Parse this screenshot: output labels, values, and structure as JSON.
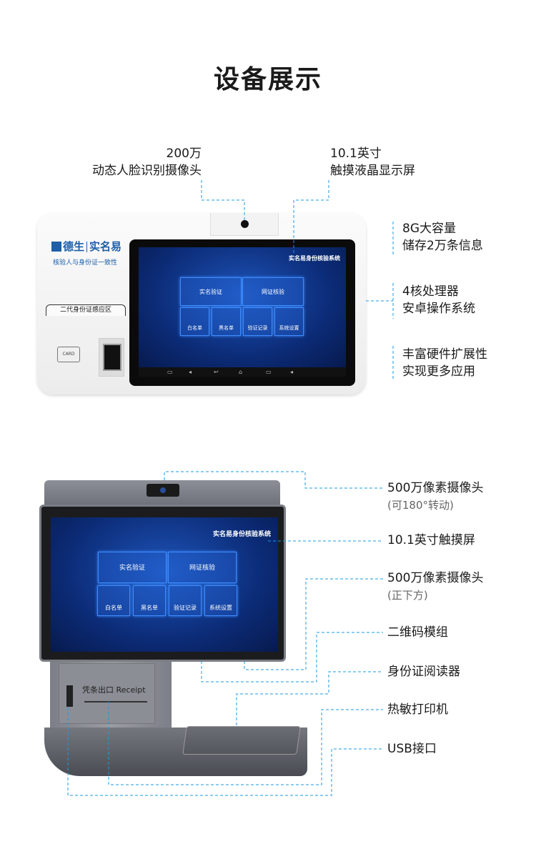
{
  "title": "设备展示",
  "device1": {
    "brand": "德生",
    "brand2": "实名易",
    "slogan": "核验人与身份证一致性",
    "id_zone": "二代身份证感应区",
    "card_text": "CARD",
    "screen": {
      "system_title": "实名易身份核验系统",
      "tiles": [
        "实名验证",
        "网证核验",
        "白名单",
        "黑名单",
        "验证记录",
        "系统设置"
      ]
    },
    "callouts": [
      {
        "line1": "200万",
        "line2": "动态人脸识别摄像头"
      },
      {
        "line1": "10.1英寸",
        "line2": "触摸液晶显示屏"
      },
      {
        "line1": "8G大容量",
        "line2": "储存2万条信息"
      },
      {
        "line1": "4核处理器",
        "line2": "安卓操作系统"
      },
      {
        "line1": "丰富硬件扩展性",
        "line2": "实现更多应用"
      }
    ]
  },
  "device2": {
    "receipt_label": "凭条出口 Receipt",
    "screen": {
      "system_title": "实名易身份核验系统",
      "tiles": [
        "实名验证",
        "网证核验",
        "白名单",
        "黑名单",
        "验证记录",
        "系统设置"
      ]
    },
    "callouts": [
      {
        "label": "500万像素摄像头",
        "note": "(可180°转动)"
      },
      {
        "label": "10.1英寸触摸屏"
      },
      {
        "label": "500万像素摄像头",
        "note": "(正下方)"
      },
      {
        "label": "二维码模组"
      },
      {
        "label": "身份证阅读器"
      },
      {
        "label": "热敏打印机"
      },
      {
        "label": "USB接口"
      }
    ]
  }
}
